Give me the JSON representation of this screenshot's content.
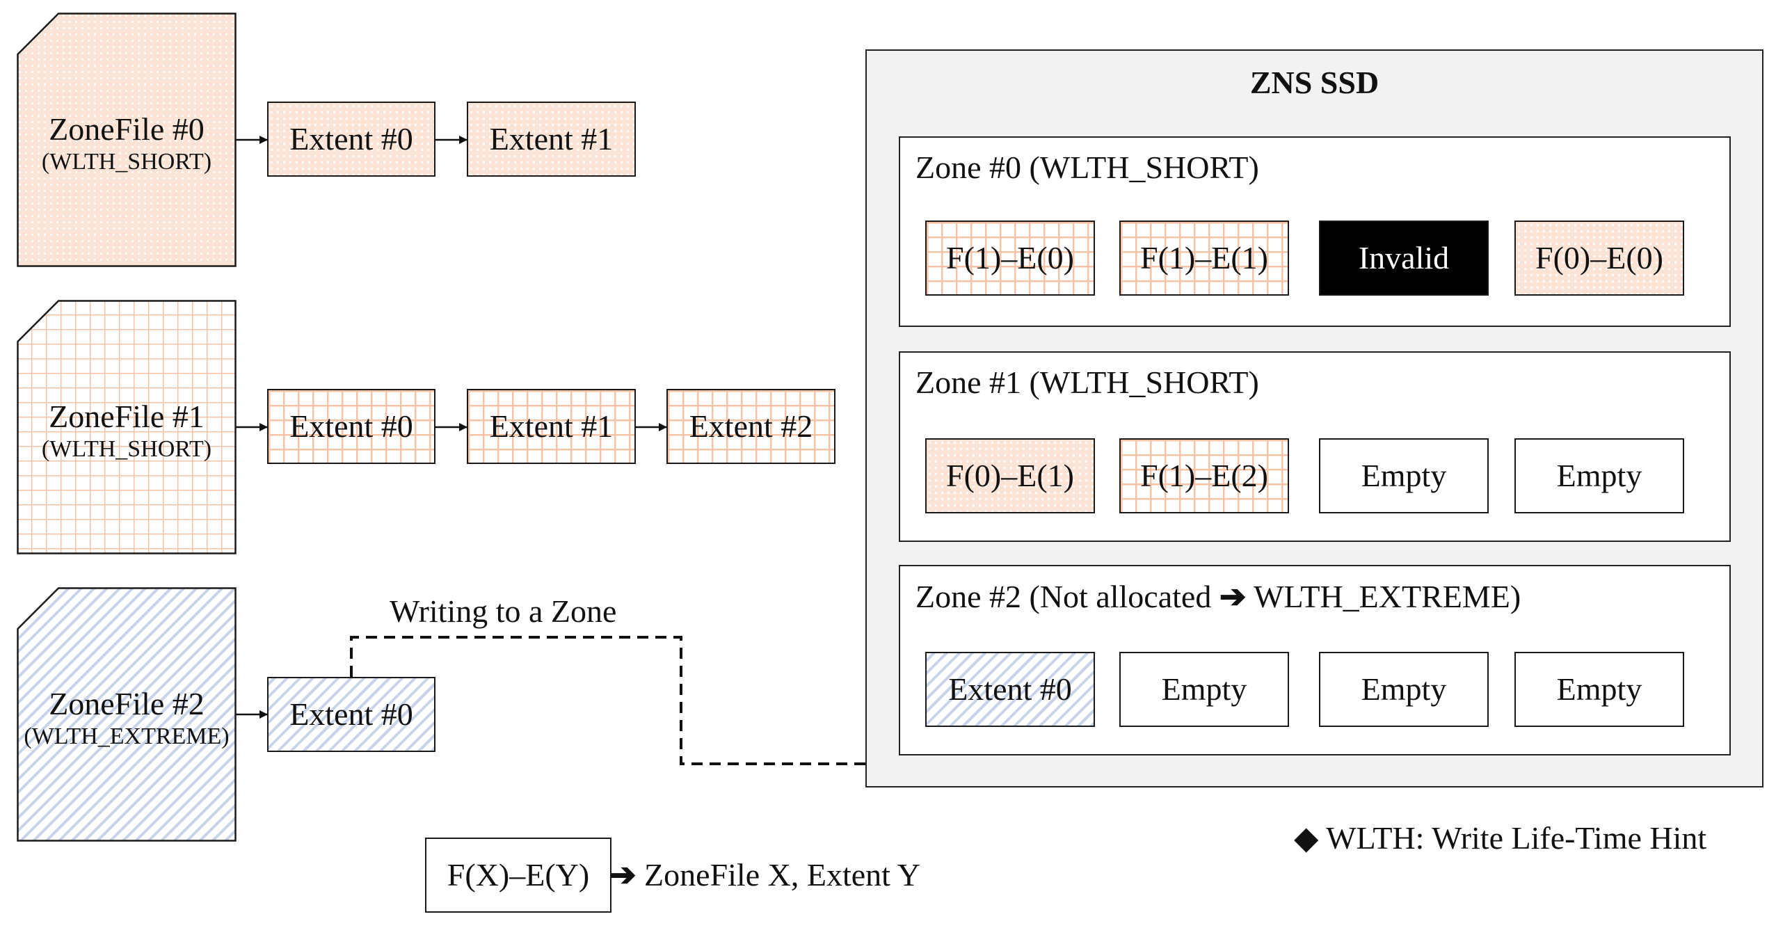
{
  "zonefiles": [
    {
      "title": "ZoneFile #0",
      "hint": "(WLTH_SHORT)",
      "extents": [
        "Extent #0",
        "Extent #1"
      ]
    },
    {
      "title": "ZoneFile #1",
      "hint": "(WLTH_SHORT)",
      "extents": [
        "Extent #0",
        "Extent #1",
        "Extent #2"
      ]
    },
    {
      "title": "ZoneFile #2",
      "hint": "(WLTH_EXTREME)",
      "extents": [
        "Extent #0"
      ]
    }
  ],
  "write_label": "Writing to a Zone",
  "ssd": {
    "title": "ZNS SSD",
    "zones": [
      {
        "label": "Zone #0 (WLTH_SHORT)",
        "slots": [
          "F(1)–E(0)",
          "F(1)–E(1)",
          "Invalid",
          "F(0)–E(0)"
        ]
      },
      {
        "label": "Zone #1 (WLTH_SHORT)",
        "slots": [
          "F(0)–E(1)",
          "F(1)–E(2)",
          "Empty",
          "Empty"
        ]
      },
      {
        "label_pre": "Zone #2 (Not allocated",
        "label_arrow": "➔",
        "label_post": "WLTH_EXTREME)",
        "slots": [
          "Extent #0",
          "Empty",
          "Empty",
          "Empty"
        ]
      }
    ]
  },
  "legend": {
    "key": "F(X)–E(Y)",
    "arrow": "➔",
    "meaning": "ZoneFile X, Extent Y",
    "bullet": "◆",
    "note": "WLTH: Write Life-Time Hint"
  },
  "colors": {
    "short_fill": "#fbe3d6",
    "grid_line": "#f6c3a6",
    "extreme_stripe": "#c7d4ea",
    "ssd_bg": "#f2f2f2",
    "invalid": "#000000"
  }
}
